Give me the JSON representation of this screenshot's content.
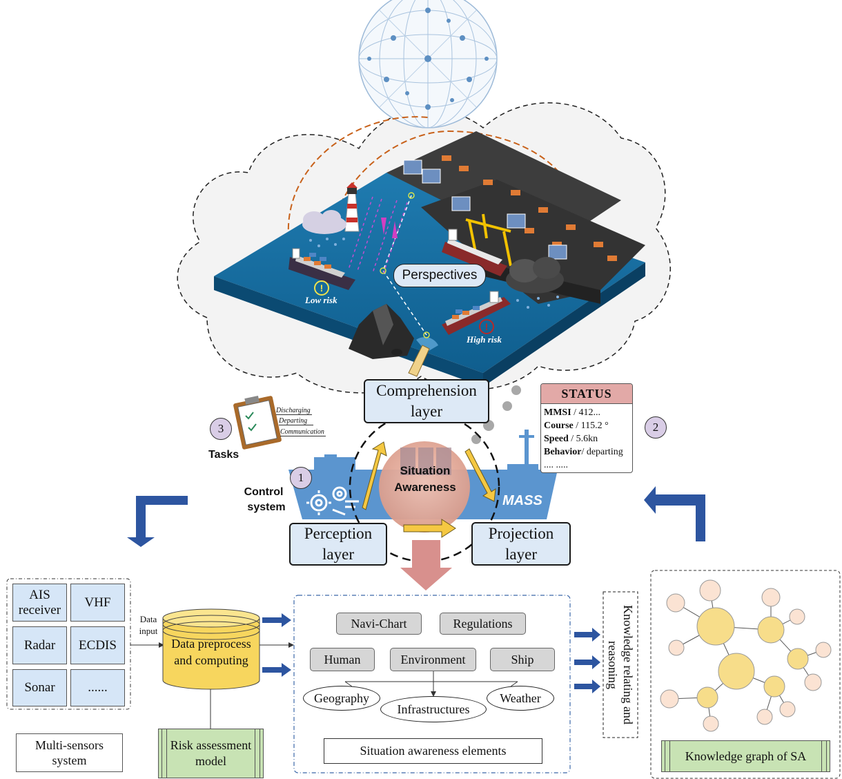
{
  "scene": {
    "perspectives_label": "Perspectives",
    "low_risk_label": "Low risk",
    "high_risk_label": "High risk",
    "mass_label": "MASS"
  },
  "layers": {
    "comprehension": [
      "Comprehension",
      "layer"
    ],
    "perception": [
      "Perception",
      "layer"
    ],
    "projection": [
      "Projection",
      "layer"
    ],
    "center": [
      "Situation",
      "Awareness"
    ]
  },
  "status_panel": {
    "title": "STATUS",
    "rows": [
      {
        "key": "MMSI",
        "value": " / 412..."
      },
      {
        "key": "Course",
        "value": " / 115.2 °"
      },
      {
        "key": "Speed",
        "value": " / 5.6kn"
      },
      {
        "key": "Behavior",
        "value": "/ departing"
      }
    ],
    "more": ".... ....."
  },
  "badges": {
    "one": "1",
    "two": "2",
    "three": "3"
  },
  "tasks": {
    "label": "Tasks",
    "items": [
      "Discharging",
      "Departing",
      "Communication"
    ]
  },
  "control_system": [
    "Control",
    "system"
  ],
  "sensors": {
    "items": [
      [
        "AIS",
        "receiver"
      ],
      [
        "VHF"
      ],
      [
        "Radar"
      ],
      [
        "ECDIS"
      ],
      [
        "Sonar"
      ],
      [
        "......"
      ]
    ],
    "caption": [
      "Multi-sensors",
      "system"
    ]
  },
  "data_input": [
    "Data",
    "input"
  ],
  "preprocess": [
    "Data preprocess",
    "and computing"
  ],
  "risk_model": [
    "Risk assessment",
    "model"
  ],
  "sa_elements": {
    "top_row": [
      "Navi-Chart",
      "Regulations"
    ],
    "mid_row": [
      "Human",
      "Environment",
      "Ship"
    ],
    "sub": [
      "Geography",
      "Infrastructures",
      "Weather"
    ],
    "caption": "Situation awareness elements"
  },
  "knowledge": {
    "vertical_label": "Knowledge relating and reasoning",
    "caption": "Knowledge graph of SA"
  }
}
